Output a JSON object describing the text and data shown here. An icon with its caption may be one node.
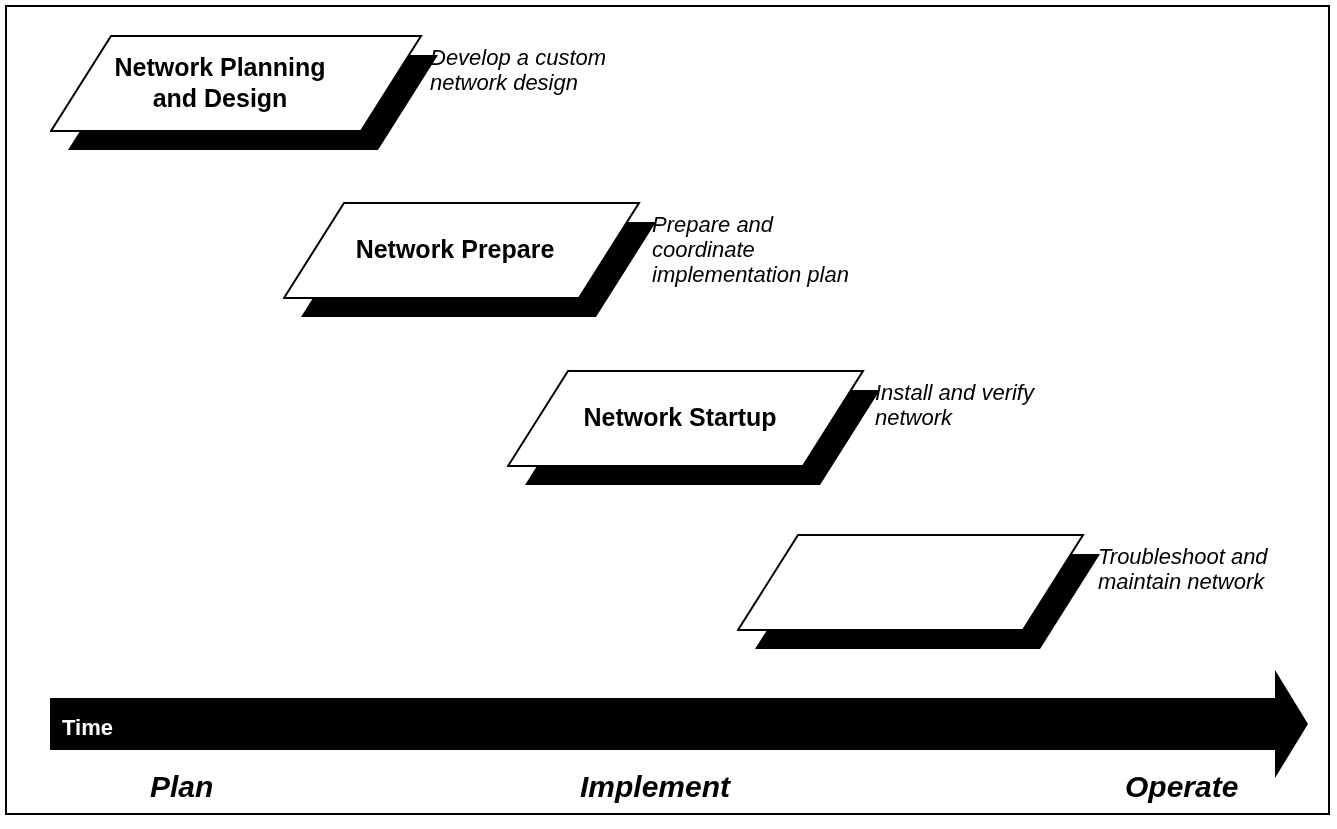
{
  "diagram": {
    "nodes": [
      {
        "text": [
          "Network Planning and Design"
        ],
        "beside": [
          "Develop a custom network design"
        ]
      },
      {
        "text": [
          "Network Prepare"
        ],
        "beside": [
          "Prepare and coordinate implementation plan"
        ]
      },
      {
        "text": [
          "Network Startup"
        ],
        "beside": [
          "Install and verify network"
        ]
      },
      {
        "text": [],
        "shape": "parallelogram",
        "beside": [
          "Troubleshoot and maintain network"
        ]
      },
      {
        "text": [
          "Time"
        ]
      }
    ],
    "edges": [],
    "labels": [
      "Plan",
      "Implement",
      "Operate"
    ]
  }
}
